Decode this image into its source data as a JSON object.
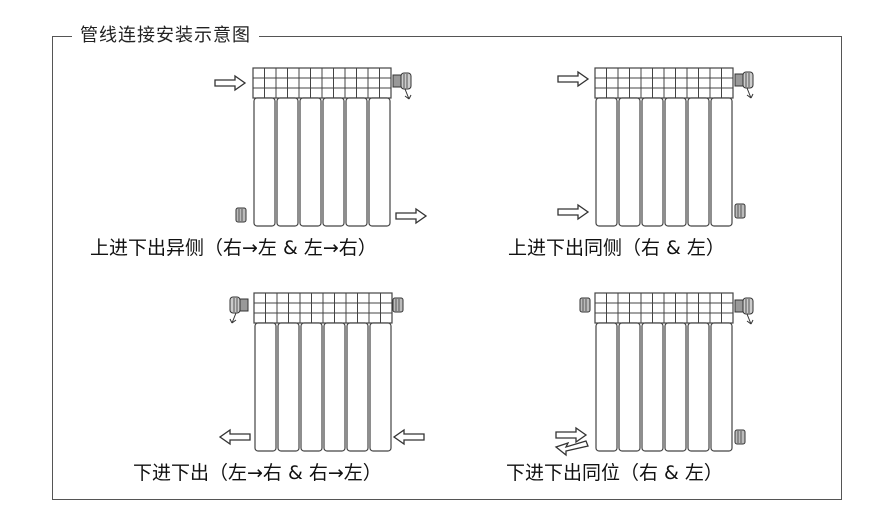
{
  "title": "管线连接安装示意图",
  "panels": [
    {
      "caption": "上进下出异侧（右→左 & 左→右）"
    },
    {
      "caption": "上进下出同侧（右 & 左）"
    },
    {
      "caption": "下进下出（左→右 & 右→左）"
    },
    {
      "caption": "下进下出同位（右 & 左）"
    }
  ],
  "icons": [
    "radiator-icon",
    "arrow-icon",
    "valve-icon",
    "plug-icon"
  ],
  "colors": {
    "line": "#444444",
    "fill": "#ffffff"
  }
}
